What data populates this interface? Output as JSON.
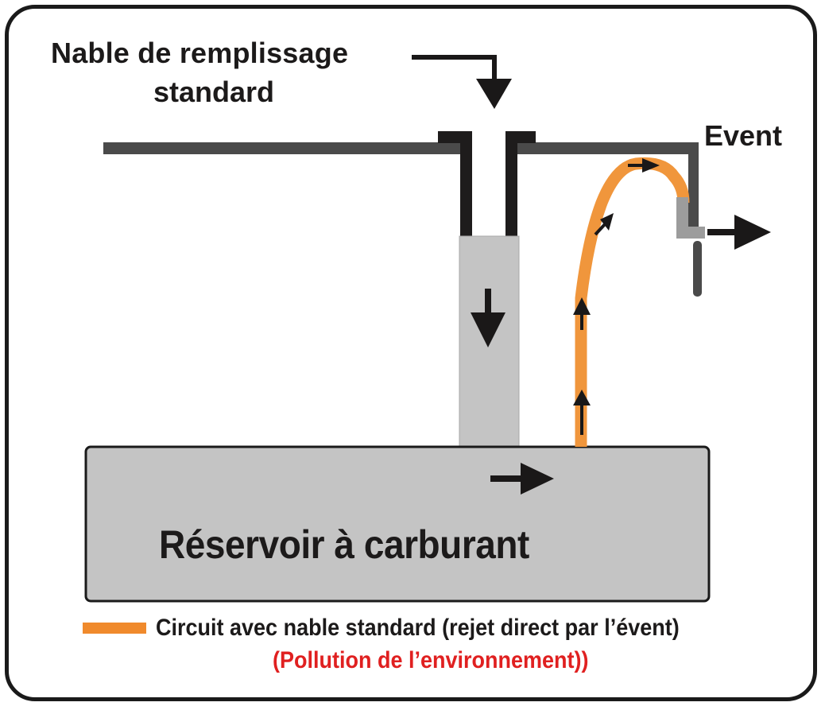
{
  "diagram": {
    "title_line1": "Nable de remplissage",
    "title_line2": "standard",
    "event_label": "Event",
    "tank_label": "Réservoir à carburant",
    "legend": {
      "text": "Circuit avec nable standard (rejet direct par l’évent)",
      "subtext": "(Pollution de l’environnement))",
      "swatch_color": "#F08A2C",
      "subtext_color": "#E02020"
    },
    "colors": {
      "circuit_orange": "#F0963C",
      "pipe_dark": "#4A4A4A",
      "neck_black": "#1E1C1C",
      "tank_gray": "#C4C4C4",
      "vent_gray": "#9C9C9C",
      "arrow": "#1A1818",
      "text": "#1C1A1A"
    }
  }
}
